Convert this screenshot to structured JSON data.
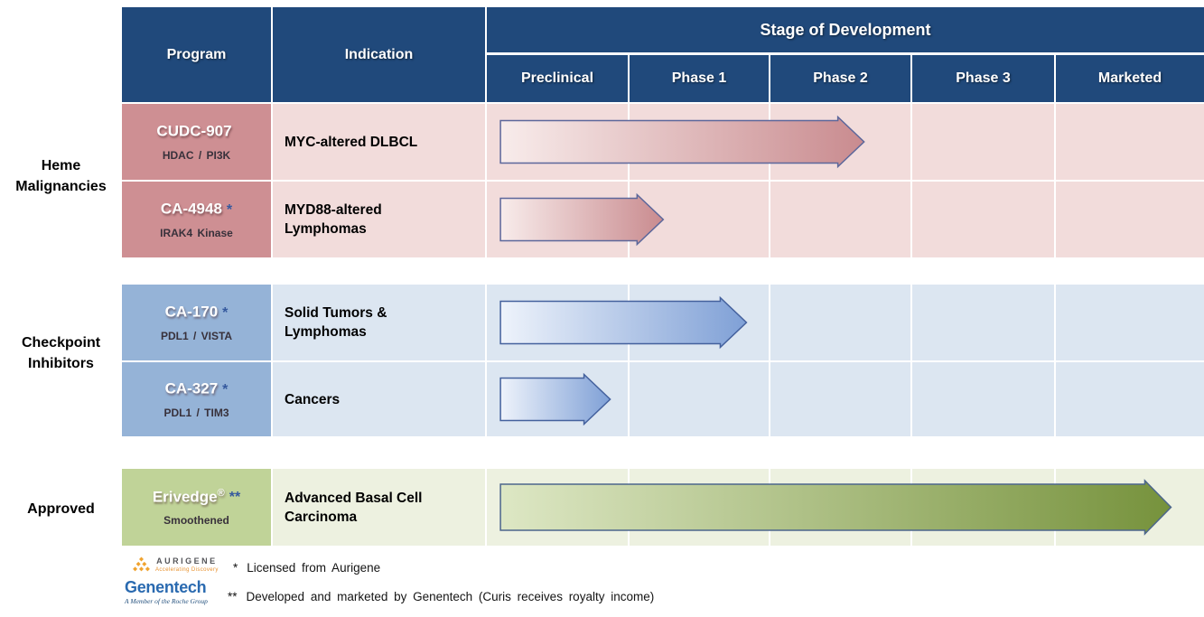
{
  "colors": {
    "header_bg": "#20497B",
    "asterisk": "#35599E",
    "page_bg": "#FFFFFF"
  },
  "header": {
    "program_label": "Program",
    "indication_label": "Indication",
    "stage_label": "Stage of Development",
    "stages": [
      "Preclinical",
      "Phase 1",
      "Phase 2",
      "Phase 3",
      "Marketed"
    ]
  },
  "sections": [
    {
      "label_lines": [
        "Heme",
        "Malignancies"
      ],
      "theme": {
        "program_bg": "#CE8F93",
        "row_bg": "#F2DCDB",
        "arrow_from": "#F8ECEB",
        "arrow_to": "#C98B8F",
        "arrow_border": "#5C679B"
      },
      "rows": [
        {
          "program": "CUDC-907",
          "suffix": "",
          "asterisks": "",
          "target": "HDAC / PI3K",
          "indication": "MYC-altered DLBCL",
          "arrow": {
            "start": 0.095,
            "end": 2.63,
            "stage_reached": "Phase 2"
          }
        },
        {
          "program": "CA-4948",
          "suffix": "",
          "asterisks": "*",
          "target": "IRAK4 Kinase",
          "indication": "MYD88-altered Lymphomas",
          "arrow": {
            "start": 0.095,
            "end": 1.23,
            "stage_reached": "Phase 1"
          }
        }
      ]
    },
    {
      "label_lines": [
        "Checkpoint",
        "Inhibitors"
      ],
      "theme": {
        "program_bg": "#95B3D7",
        "row_bg": "#DCE6F1",
        "arrow_from": "#EEF3FB",
        "arrow_to": "#7FA0D6",
        "arrow_border": "#44619D"
      },
      "rows": [
        {
          "program": "CA-170",
          "suffix": "",
          "asterisks": "*",
          "target": "PDL1 / VISTA",
          "indication": "Solid Tumors & Lymphomas",
          "arrow": {
            "start": 0.095,
            "end": 1.81,
            "stage_reached": "Phase 1"
          }
        },
        {
          "program": "CA-327",
          "suffix": "",
          "asterisks": "*",
          "target": "PDL1 / TIM3",
          "indication": "Cancers",
          "arrow": {
            "start": 0.095,
            "end": 0.86,
            "stage_reached": "Preclinical"
          }
        }
      ]
    },
    {
      "label_lines": [
        "Approved"
      ],
      "theme": {
        "program_bg": "#C0D398",
        "row_bg": "#EDF1E0",
        "arrow_from": "#DDE7C4",
        "arrow_to": "#76923C",
        "arrow_border": "#4C668C"
      },
      "rows": [
        {
          "program": "Erivedge",
          "suffix": "®",
          "asterisks": "**",
          "target": "Smoothened",
          "indication": "Advanced Basal Cell Carcinoma",
          "arrow": {
            "start": 0.095,
            "end": 4.77,
            "stage_reached": "Marketed"
          }
        }
      ]
    }
  ],
  "footnotes": [
    {
      "marker": "*",
      "text": "Licensed  from  Aurigene"
    },
    {
      "marker": "**",
      "text": "Developed  and  marketed  by Genentech  (Curis  receives  royalty  income)"
    }
  ],
  "logos": {
    "aurigene": {
      "name": "AURIGENE",
      "tagline": "Accelerating Discovery"
    },
    "genentech": {
      "name": "Genentech",
      "tagline": "A Member of the Roche Group"
    }
  }
}
